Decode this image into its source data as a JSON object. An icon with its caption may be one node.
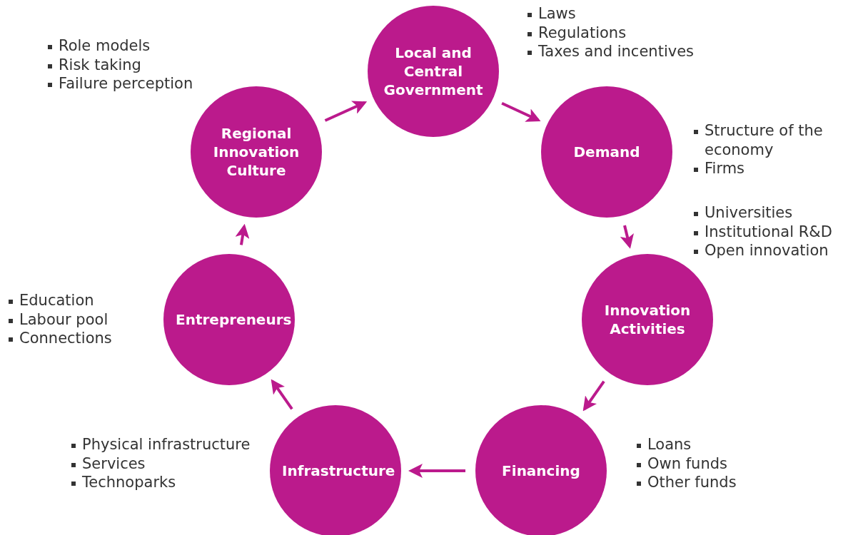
{
  "diagram": {
    "nodes": [
      {
        "text": [
          "Local and Central Government"
        ],
        "beside": [
          "Laws",
          "Regulations",
          "Taxes and incentives"
        ]
      },
      {
        "text": [
          "Demand"
        ],
        "beside": [
          "Structure of the economy",
          "Firms"
        ]
      },
      {
        "text": [
          "Innovation Activities"
        ],
        "beside": [
          "Universities",
          "Institutional R&D",
          "Open innovation"
        ]
      },
      {
        "text": [
          "Financing"
        ],
        "beside": [
          "Loans",
          "Own funds",
          "Other funds"
        ]
      },
      {
        "text": [
          "Infrastructure"
        ],
        "beside": [
          "Physical infrastructure",
          "Services",
          "Technoparks"
        ]
      },
      {
        "text": [
          "Entrepreneurs"
        ],
        "beside": [
          "Education",
          "Labour pool",
          "Connections"
        ]
      },
      {
        "text": [
          "Regional Innovation Culture"
        ],
        "beside": [
          "Role models",
          "Risk taking",
          "Failure perception"
        ]
      }
    ],
    "edges": [
      {
        "from": 6,
        "to": 0,
        "arrow": "to"
      },
      {
        "from": 0,
        "to": 1,
        "arrow": "to"
      },
      {
        "from": 1,
        "to": 2,
        "arrow": "to"
      },
      {
        "from": 2,
        "to": 3,
        "arrow": "to"
      },
      {
        "from": 3,
        "to": 4,
        "arrow": "to"
      },
      {
        "from": 4,
        "to": 5,
        "arrow": "to"
      },
      {
        "from": 5,
        "to": 6,
        "arrow": "to"
      }
    ]
  }
}
